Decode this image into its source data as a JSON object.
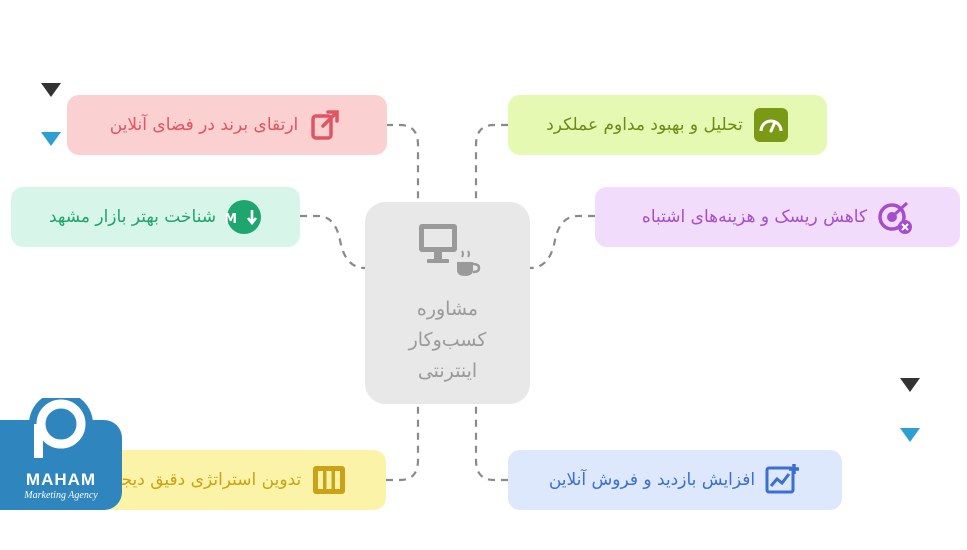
{
  "center": {
    "title_line1": "مشاوره",
    "title_line2": "کسب‌وکار",
    "title_line3": "اینترنتی",
    "icon": "computer-coffee-icon"
  },
  "nodes": {
    "brand": {
      "label": "ارتقای برند در فضای آنلاین",
      "bg": "#fbd0d0",
      "color": "#e05563",
      "icon": "external-link-icon"
    },
    "market": {
      "label": "شناخت بهتر بازار مشهد",
      "bg": "#d7f6e9",
      "color": "#1fa56e",
      "icon": "markdown-icon"
    },
    "strategy": {
      "label": "تدوین استراتژی دقیق دیجیتال",
      "bg": "#fbf4a8",
      "color": "#caa215",
      "icon": "pillars-icon"
    },
    "analysis": {
      "label": "تحلیل و بهبود مداوم عملکرد",
      "bg": "#e6f9b3",
      "color": "#6d8b14",
      "icon": "gauge-icon"
    },
    "risk": {
      "label": "کاهش ریسک و هزینه‌های اشتباه",
      "bg": "#f1dcfb",
      "color": "#a64dcc",
      "icon": "target-x-icon"
    },
    "sales": {
      "label": "افزایش بازدید و فروش آنلاین",
      "bg": "#dde8fc",
      "color": "#3a6fd3",
      "icon": "analytics-plus-icon"
    }
  },
  "logo": {
    "name": "MAHAM",
    "tagline": "Marketing Agency"
  }
}
